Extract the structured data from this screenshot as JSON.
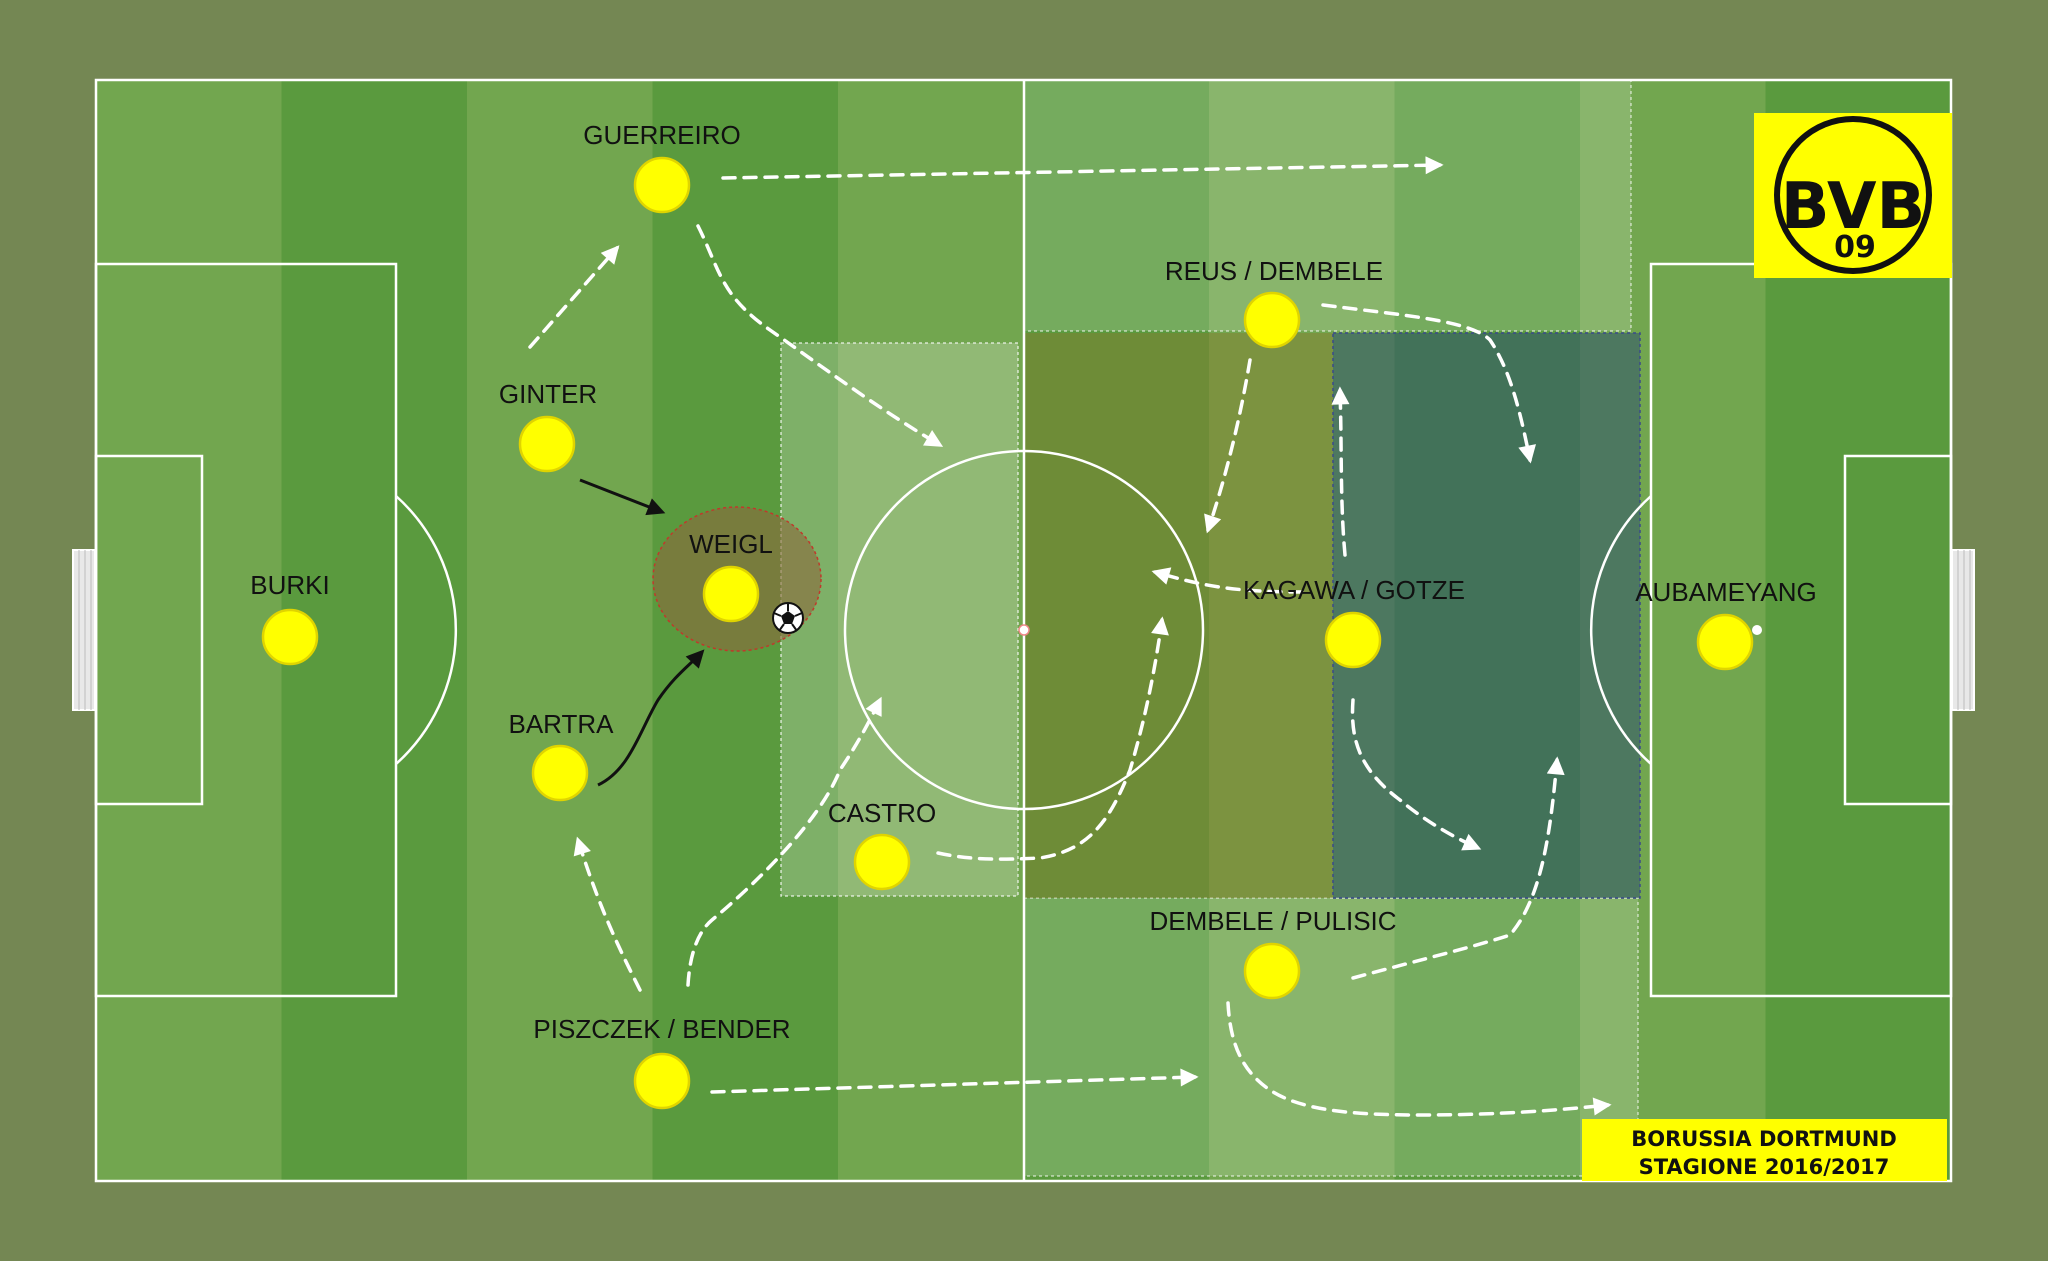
{
  "players": [
    {
      "id": "burki",
      "label": "BURKI"
    },
    {
      "id": "guerreiro",
      "label": "GUERREIRO"
    },
    {
      "id": "ginter",
      "label": "GINTER"
    },
    {
      "id": "weigl",
      "label": "WEIGL"
    },
    {
      "id": "bartra",
      "label": "BARTRA"
    },
    {
      "id": "piszczek",
      "label": "PISZCZEK / BENDER"
    },
    {
      "id": "castro",
      "label": "CASTRO"
    },
    {
      "id": "reus",
      "label": "REUS / DEMBELE"
    },
    {
      "id": "kagawa",
      "label": "KAGAWA / GOTZE"
    },
    {
      "id": "dembele",
      "label": "DEMBELE / PULISIC"
    },
    {
      "id": "aubameyang",
      "label": "AUBAMEYANG"
    }
  ],
  "crest": {
    "top": "BVB",
    "bottom": "09",
    "color": "#ffff00"
  },
  "caption": {
    "line1": "BORUSSIA DORTMUND",
    "line2": "STAGIONE 2016/2017"
  },
  "colors": {
    "player": "#ffff00",
    "player_stroke": "#e0d400",
    "grass_light": "#72a64f",
    "grass_dark": "#5a9a3e",
    "outside": "#748753"
  }
}
